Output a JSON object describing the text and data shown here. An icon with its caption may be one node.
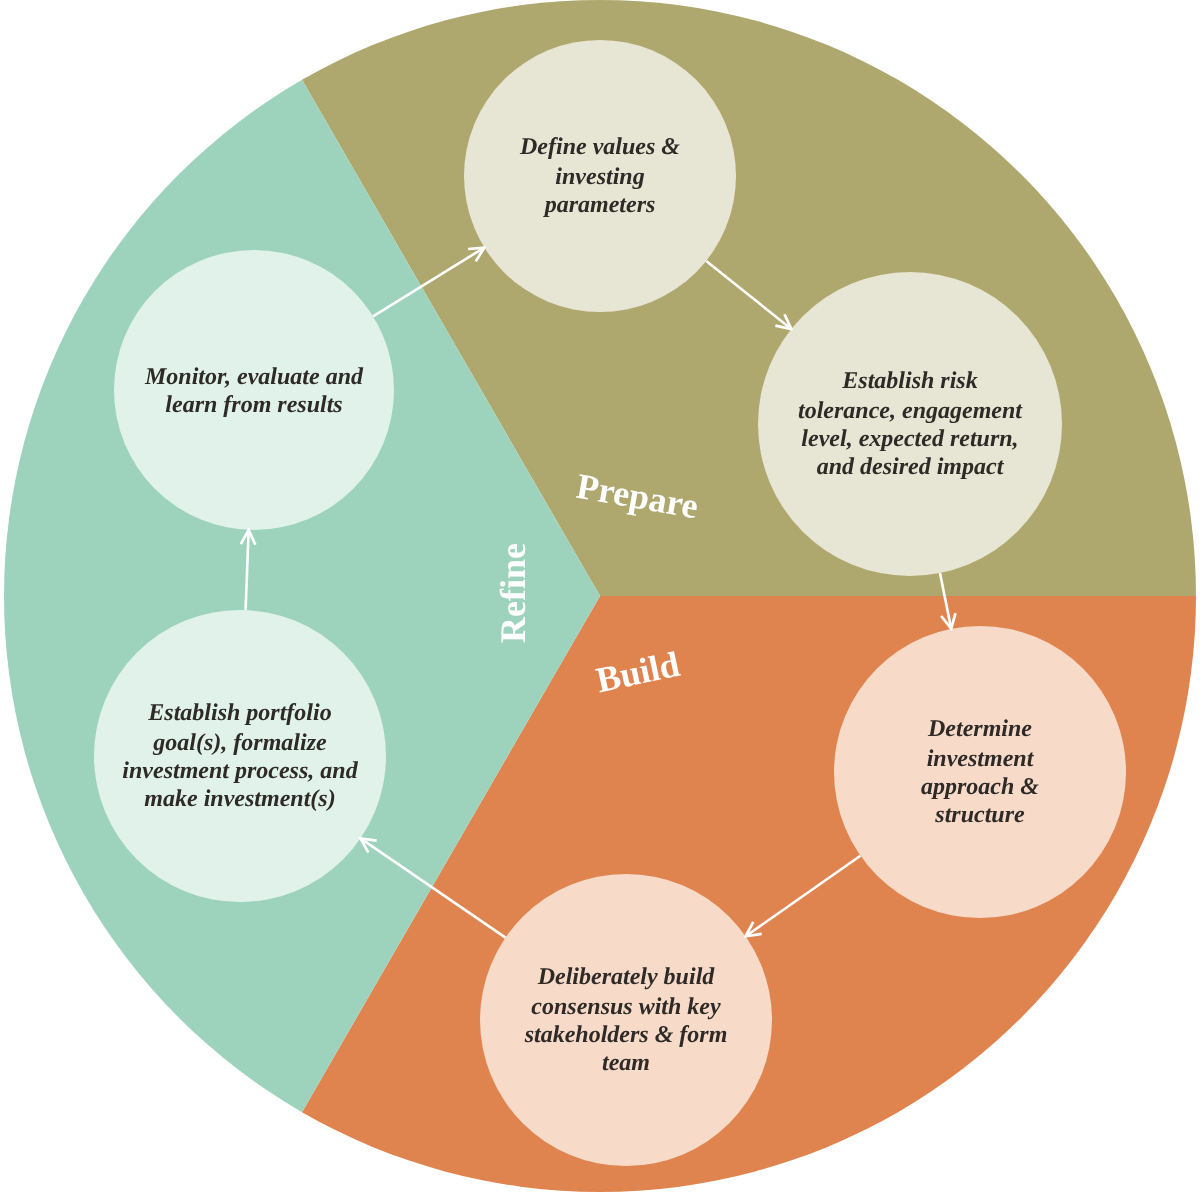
{
  "diagram": {
    "nodes": [
      {
        "text": [
          "Prepare"
        ]
      },
      {
        "text": [
          "Build"
        ]
      },
      {
        "text": [
          "Refine"
        ]
      },
      {
        "text": [
          "Define values & investing parameters"
        ],
        "in": 0
      },
      {
        "text": [
          "Establish risk tolerance, engagement level, expected return, and desired impact"
        ],
        "in": 0
      },
      {
        "text": [
          "Determine investment approach & structure"
        ],
        "in": 1
      },
      {
        "text": [
          "Deliberately build consensus with key stakeholders & form team"
        ],
        "in": 1
      },
      {
        "text": [
          "Establish portfolio goal(s), formalize investment process, and make investment(s)"
        ],
        "in": 2
      },
      {
        "text": [
          "Monitor, evaluate and learn from results"
        ],
        "in": 2
      }
    ],
    "edges": [
      {
        "from": 8,
        "to": 3,
        "arrow": "to"
      },
      {
        "from": 3,
        "to": 4,
        "arrow": "to"
      },
      {
        "from": 4,
        "to": 5,
        "arrow": "to"
      },
      {
        "from": 5,
        "to": 6,
        "arrow": "to"
      },
      {
        "from": 6,
        "to": 7,
        "arrow": "to"
      },
      {
        "from": 7,
        "to": 8,
        "arrow": "to"
      }
    ]
  }
}
